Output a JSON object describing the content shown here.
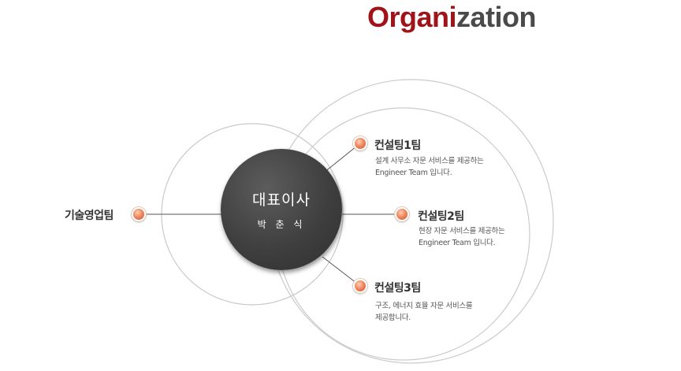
{
  "title": {
    "part1": "Organi",
    "part2": "zation"
  },
  "ceo": {
    "role": "대표이사",
    "name": "박 춘 식"
  },
  "teams": [
    {
      "label": "컨설팅1팀",
      "desc1": "설계 사무소 자문 서비스를 제공하는",
      "desc2": "Engineer Team 입니다."
    },
    {
      "label": "컨설팅2팀",
      "desc1": "현장 자문 서비스를 제공하는",
      "desc2": "Engineer Team 입니다."
    },
    {
      "label": "컨설팅3팀",
      "desc1": "구조, 에너지 효율 자문 서비스를",
      "desc2": "제공합니다."
    }
  ],
  "sales": {
    "label": "기술영업팀"
  },
  "colors": {
    "accent": "#a01318",
    "title_gray": "#4a4a4a",
    "center": "#3f3f3f",
    "node": "#f08a60"
  }
}
